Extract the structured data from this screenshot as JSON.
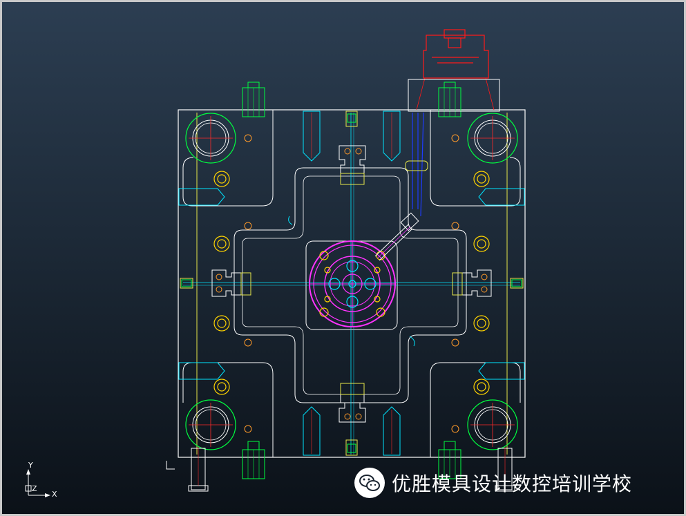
{
  "viewport": {
    "background_top": "#2c3e52",
    "background_bottom": "#0b1118"
  },
  "colors": {
    "plate_outline": "#ffffff",
    "hole_circle": "#ffd400",
    "guide_pillar": "#00ff40",
    "ejector_pin": "#00e5ff",
    "center_line": "#ff2a2a",
    "sprue_bushing": "#ff33ff",
    "cooling_line": "#1e3cff",
    "slide_yellow": "#e8e84a"
  },
  "axis_triad": {
    "y_label": "Y",
    "z_label": "Z",
    "x_label": "X"
  },
  "watermark": {
    "icon": "wechat-icon",
    "text": "优胜模具设计数控培训学校"
  }
}
